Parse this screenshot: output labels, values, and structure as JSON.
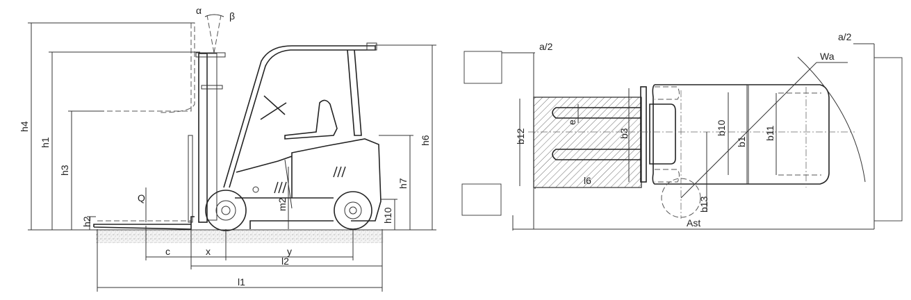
{
  "side_view": {
    "labels": {
      "h4": "h4",
      "h1": "h1",
      "h3": "h3",
      "h2": "h2",
      "h6": "h6",
      "h7": "h7",
      "h10": "h10",
      "m2": "m2",
      "Q": "Q",
      "alpha": "α",
      "beta": "β",
      "c": "c",
      "x": "x",
      "y": "y",
      "l2": "l2",
      "l1": "l1"
    }
  },
  "top_view": {
    "labels": {
      "a2_left": "a/2",
      "a2_right": "a/2",
      "Wa": "Wa",
      "b12": "b12",
      "b3": "b3",
      "e": "e",
      "l6": "l6",
      "b10": "b10",
      "b1": "b1",
      "b11": "b11",
      "b13": "b13",
      "Ast": "Ast"
    }
  }
}
